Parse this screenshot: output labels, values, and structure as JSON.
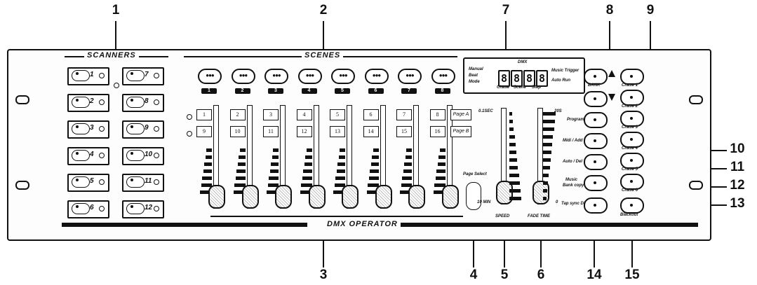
{
  "callouts": [
    "1",
    "2",
    "3",
    "4",
    "5",
    "6",
    "7",
    "8",
    "9",
    "10",
    "11",
    "12",
    "13",
    "14",
    "15"
  ],
  "sections": {
    "scanners": "SCANNERS",
    "scenes": "SCENES",
    "operator": "DMX OPERATOR"
  },
  "scanners": [
    {
      "left": "1",
      "right": "7"
    },
    {
      "left": "2",
      "right": "8"
    },
    {
      "left": "3",
      "right": "9"
    },
    {
      "left": "4",
      "right": "10"
    },
    {
      "left": "5",
      "right": "11"
    },
    {
      "left": "6",
      "right": "12"
    }
  ],
  "scenes": [
    "1",
    "2",
    "3",
    "4",
    "5",
    "6",
    "7",
    "8"
  ],
  "channels_top": [
    "1",
    "2",
    "3",
    "4",
    "5",
    "6",
    "7",
    "8"
  ],
  "channels_bottom": [
    "9",
    "10",
    "11",
    "12",
    "13",
    "14",
    "15",
    "16"
  ],
  "page_buttons": {
    "a": "Page A",
    "b": "Page B",
    "select": "Page Select"
  },
  "display": {
    "digits": [
      "8",
      "8",
      "8",
      "8"
    ],
    "left_labels": [
      "Manual",
      "Beat",
      "Mode"
    ],
    "right_labels": [
      "Music Trigger",
      "Auto Run"
    ],
    "top_label": "DMX",
    "bottom_labels": [
      "Chase",
      "Scene",
      "Step"
    ]
  },
  "fader_labels": {
    "speed_top": "0.1SEC",
    "speed_bottom": "10 MIN",
    "speed": "SPEED",
    "fade_top": "20S",
    "fade_bottom": "0",
    "fade": "FADE TIME"
  },
  "buttons": {
    "bank": "BANK",
    "program": "Program",
    "midi_add": "Midi / Add",
    "auto_del": "Auto / Del",
    "music": "Music",
    "bank_copy": "Bank copy",
    "blackout": "Blackout",
    "tap_sync": "Tap sync Display"
  },
  "chases": [
    "Chase 1",
    "Chase 2",
    "Chase 3",
    "Chase 4",
    "Chase 5",
    "Chase 6"
  ]
}
